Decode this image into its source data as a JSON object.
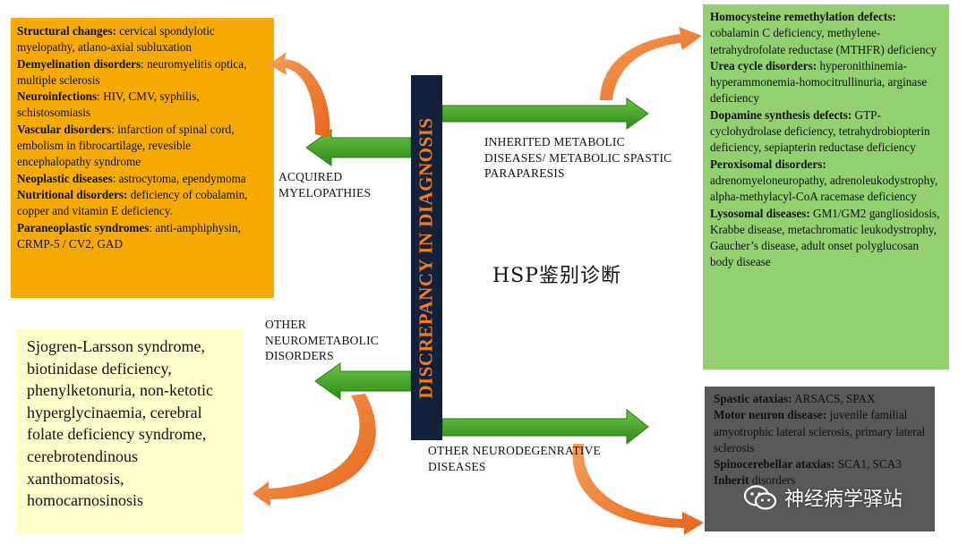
{
  "center": {
    "bar_text": "DISCREPANCY IN DIAGNOSIS",
    "title": "HSP鉴别诊断"
  },
  "labels": {
    "acquired": [
      "ACQUIRED",
      "MYELOPATHIES"
    ],
    "inherited": [
      "INHERITED METABOLIC",
      "DISEASES/ METABOLIC SPASTIC",
      "PARAPARESIS"
    ],
    "other_metabolic": [
      "OTHER",
      "NEUROMETABOLIC",
      "DISORDERS"
    ],
    "other_neuro": [
      "OTHER NEURODEGENRATIVE",
      "DISEASES"
    ]
  },
  "acquired_box": [
    {
      "head": "Structural changes:",
      "text": " cervical spondylotic myelopathy, atlano-axial subluxation"
    },
    {
      "head": "Demyelination disorders",
      "text": ": neuromyelitis optica, multiple sclerosis"
    },
    {
      "head": "Neuroinfections",
      "text": ": HIV, CMV, syphilis, schistosomiasis"
    },
    {
      "head": "Vascular disorders",
      "text": ": infarction of spinal cord, embolism in fibrocartilage, revesible encephalopathy syndrome"
    },
    {
      "head": "Neoplastic diseases",
      "text": ": astrocytoma, ependymoma"
    },
    {
      "head": "Nutritional disorders:",
      "text": " deficiency of cobalamin, copper and vitamin E deficiency."
    },
    {
      "head": "Paraneoplastic syndromes",
      "text": ": anti-amphiphysin, CRMP-5 / CV2, GAD"
    }
  ],
  "metabolic_box": [
    {
      "head": "Homocysteine remethylation defects:",
      "text": " cobalamin C deficiency, methylene-tetrahydrofolate reductase (MTHFR) deficiency"
    },
    {
      "head": "Urea cycle disorders:",
      "text": " hyperonithinemia-hyperammonemia-homocitrullinuria, arginase deficiency"
    },
    {
      "head": "Dopamine synthesis defects:",
      "text": " GTP-cyclohydrolase deficiency, tetrahydrobiopterin deficiency, sepiapterin reductase deficiency"
    },
    {
      "head": "Peroxisomal disorders:",
      "text": " adrenomyeloneuropathy, adrenoleukodystrophy, alpha-methylacyl-CoA racemase deficiency"
    },
    {
      "head": "Lysosomal diseases:",
      "text": " GM1/GM2 gangliosidosis, Krabbe disease, metachromatic leukodystrophy, Gaucher’s disease, adult onset polyglucosan body disease"
    }
  ],
  "other_metabolic_box": "Sjogren-Larsson syndrome, biotinidase deficiency, phenylketonuria, non-ketotic hyperglycinaemia, cerebral folate deficiency syndrome, cerebrotendinous xanthomatosis, homocarnosinosis",
  "neuro_box": [
    {
      "head": "Spastic ataxias:",
      "text": " ARSACS, SPAX"
    },
    {
      "head": "Motor neuron disease:",
      "text": " juvenile familial amyotrophic lateral sclerosis, primary lateral sclerosis"
    },
    {
      "head": "Spinocerebellar ataxias:",
      "text": " SCA1, SCA3"
    },
    {
      "head": "Inherit",
      "text": " disorders"
    }
  ],
  "watermark": "神经病学驿站",
  "colors": {
    "bar": "#14213d",
    "bar_text": "#f07d1e",
    "arrow_green": "#3a9a1e",
    "curve_orange": "#f07d1e",
    "acquired_bg": "#f6ab04",
    "metabolic_bg": "#92d070",
    "other_bg": "#ffffcc",
    "neuro_bg": "#595959"
  }
}
